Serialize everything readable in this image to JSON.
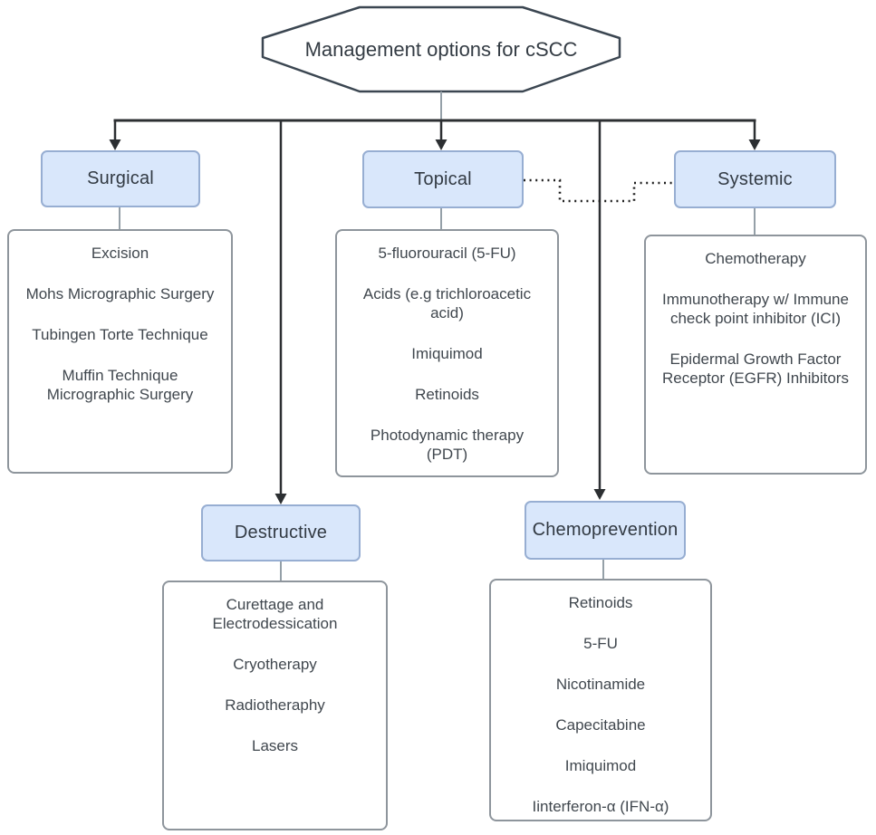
{
  "title": "Management options for cSCC",
  "colors": {
    "category_fill": "#d9e7fb",
    "category_border": "#97aed2",
    "list_border": "#8e959c",
    "connector_dark": "#2c2f32",
    "connector_light": "#95a0a8",
    "octagon_border": "#3b4651",
    "text": "#40474e"
  },
  "categories": [
    {
      "label": "Surgical",
      "items": [
        "Excision",
        "Mohs Micrographic Surgery",
        "Tubingen Torte Technique",
        "Muffin  Technique Micrographic Surgery"
      ]
    },
    {
      "label": "Topical",
      "items": [
        "5-fluorouracil (5-FU)",
        "Acids (e.g trichloroacetic acid)",
        "Imiquimod",
        "Retinoids",
        "Photodynamic therapy (PDT)"
      ]
    },
    {
      "label": "Systemic",
      "items": [
        "Chemotherapy",
        "Immunotherapy w/ Immune check point inhibitor (ICI)",
        "Epidermal Growth Factor Receptor (EGFR) Inhibitors"
      ]
    },
    {
      "label": "Destructive",
      "items": [
        "Curettage and Electrodessication",
        "Cryotherapy",
        "Radiotheraphy",
        "Lasers"
      ]
    },
    {
      "label": "Chemoprevention",
      "items": [
        "Retinoids",
        "5-FU",
        "Nicotinamide",
        "Capecitabine",
        "Imiquimod",
        "Iinterferon-α (IFN-α)"
      ]
    }
  ]
}
